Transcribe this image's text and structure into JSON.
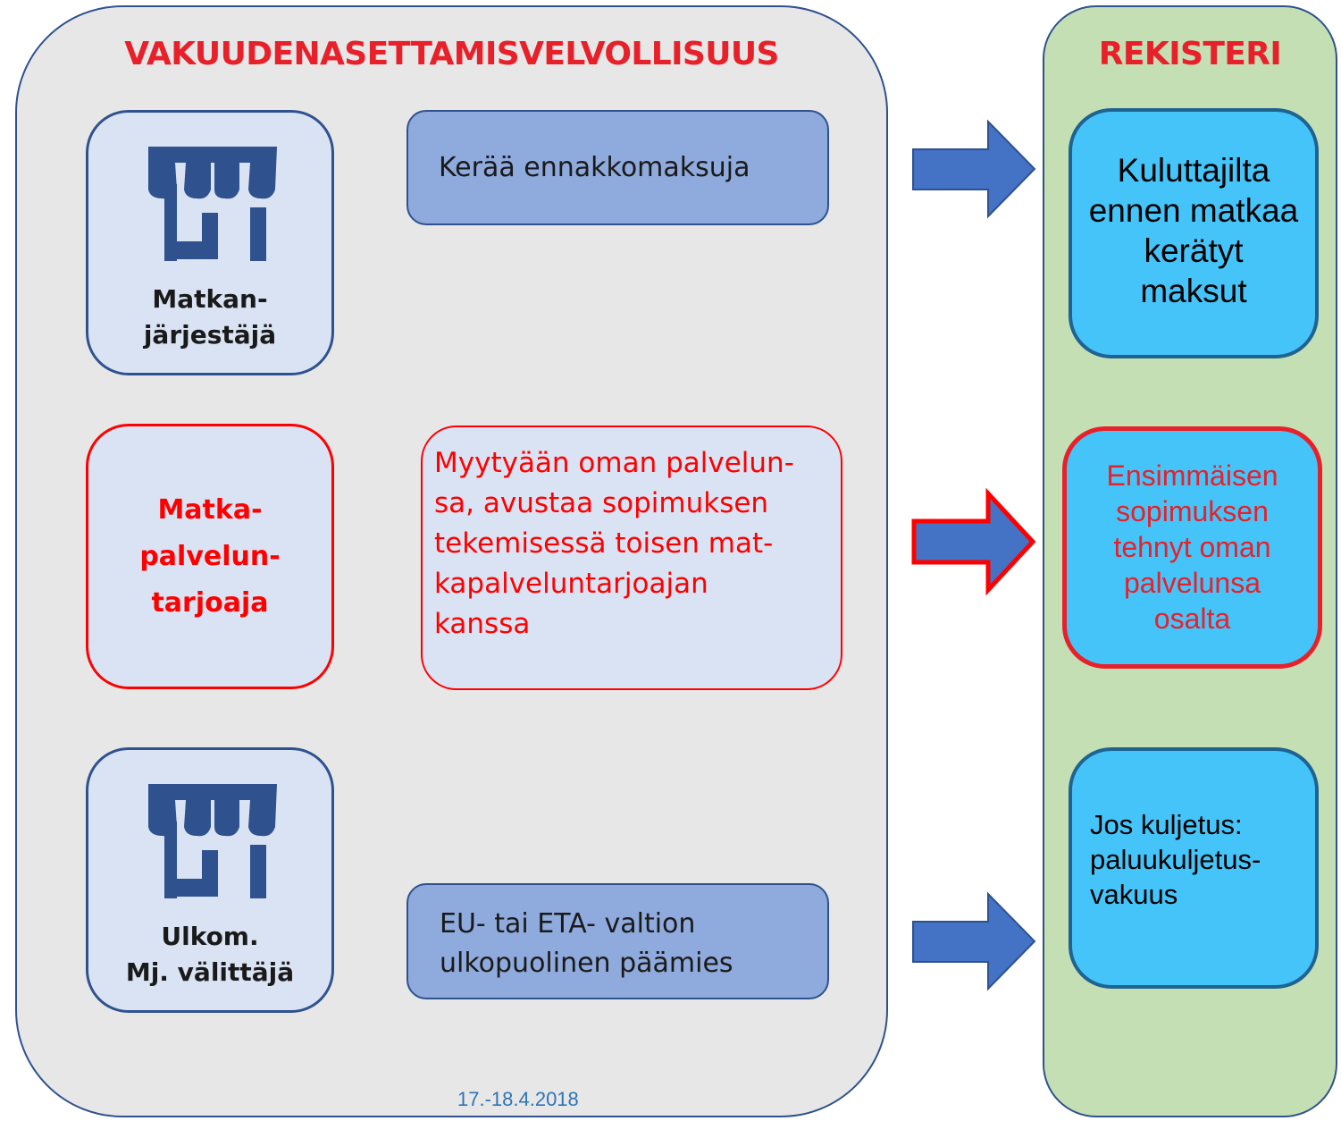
{
  "left_panel": {
    "title": "VAKUUDENASETTAMISVELVOLLISUUS"
  },
  "right_panel": {
    "title": "REKISTERI"
  },
  "actors": [
    {
      "label": "Matkan-\njärjestäjä",
      "icon": "shop-icon"
    },
    {
      "label": "Matka-\npalvelun-\ntarjoaja"
    },
    {
      "label": "Ulkom.\nMj. välittäjä",
      "icon": "shop-icon"
    }
  ],
  "descriptions": [
    "Kerää ennakkomaksuja",
    "Myytyään oman palvelun-\nsa, avustaa sopimuksen\ntekemisessä toisen mat-\nkapalveluntarjoajan\nkanssa",
    "EU- tai ETA- valtion\nulkopuolinen päämies"
  ],
  "registry": [
    "Kuluttajilta\nennen matkaa\nkerätyt\nmaksut",
    "Ensimmäisen\nsopimuksen\ntehnyt oman\npalvelunsa\nosalta",
    "Jos kuljetus:\npaluukuljetus-\nvakuus"
  ],
  "footer": {
    "date": "17.-18.4.2018"
  },
  "colors": {
    "red": "#e8202a",
    "arrow_blue": "#4472c4",
    "panel_grey": "#e7e7e7",
    "panel_green": "#c5dfb4",
    "registry_blue": "#45c4f9"
  }
}
